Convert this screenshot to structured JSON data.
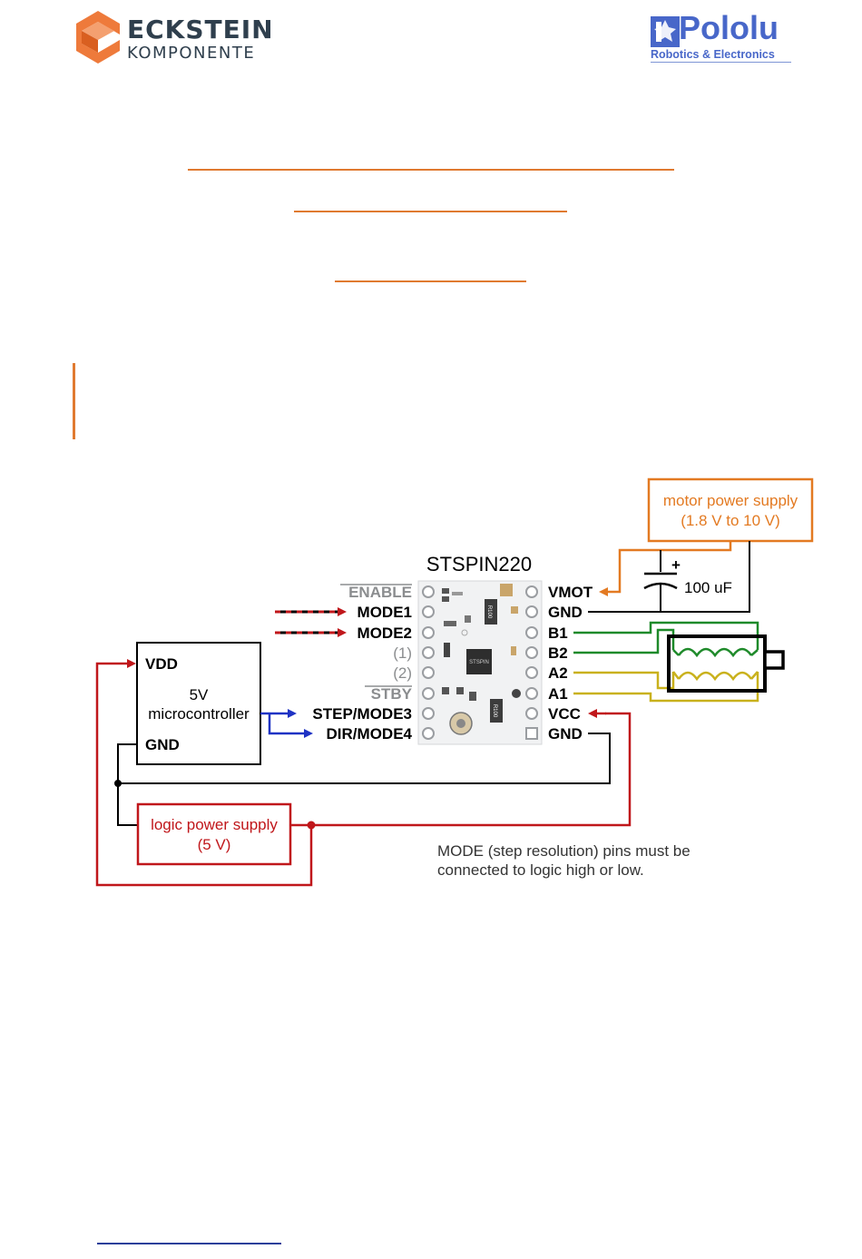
{
  "header": {
    "eckstein_name": "ECKSTEIN",
    "eckstein_sub": "KOMPONENTE",
    "pololu_name": "Pololu",
    "pololu_sub": "Robotics & Electronics"
  },
  "diagram": {
    "board_title": "STSPIN220",
    "left_pins": [
      "ENABLE",
      "MODE1",
      "MODE2",
      "(1)",
      "(2)",
      "STBY",
      "STEP/MODE3",
      "DIR/MODE4"
    ],
    "right_pins": [
      "VMOT",
      "GND",
      "B1",
      "B2",
      "A2",
      "A1",
      "VCC",
      "GND"
    ],
    "motor_supply_line1": "motor power supply",
    "motor_supply_line2": "(1.8 V to 10 V)",
    "capacitor_plus": "+",
    "capacitor_label": "100 uF",
    "mcu_vdd": "VDD",
    "mcu_5v": "5V",
    "mcu_name": "microcontroller",
    "mcu_gnd": "GND",
    "logic_supply_line1": "logic power supply",
    "logic_supply_line2": "(5 V)",
    "note_line1": "MODE (step resolution) pins must be",
    "note_line2": "connected to logic high or low.",
    "chip_r1": "R100",
    "chip_r2": "R100",
    "chip_ic": "STSPIN"
  },
  "colors": {
    "accent_orange": "#e07a30",
    "motor_orange": "#e37a22",
    "logic_red": "#c0171b",
    "signal_blue": "#1f33c4",
    "coil_green": "#1e8a2a",
    "coil_yellow": "#c9b11c"
  }
}
